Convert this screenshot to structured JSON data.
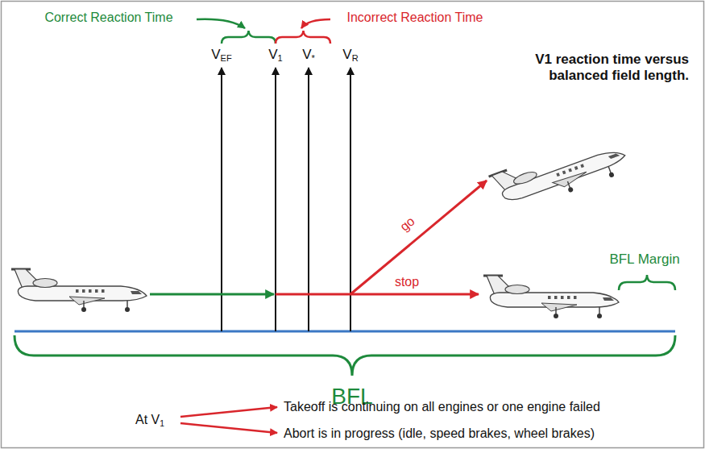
{
  "diagram": {
    "title": "V1 reaction time versus balanced field length.",
    "labels": [
      "Correct Reaction Time",
      "Incorrect Reaction Time",
      "VEF",
      "V1",
      "V*",
      "VR",
      "go",
      "stop",
      "BFL Margin",
      "BFL",
      "At V1",
      "Takeoff is continuing on all engines or one engine failed",
      "Abort is in progress (idle, speed brakes, wheel brakes)"
    ]
  }
}
